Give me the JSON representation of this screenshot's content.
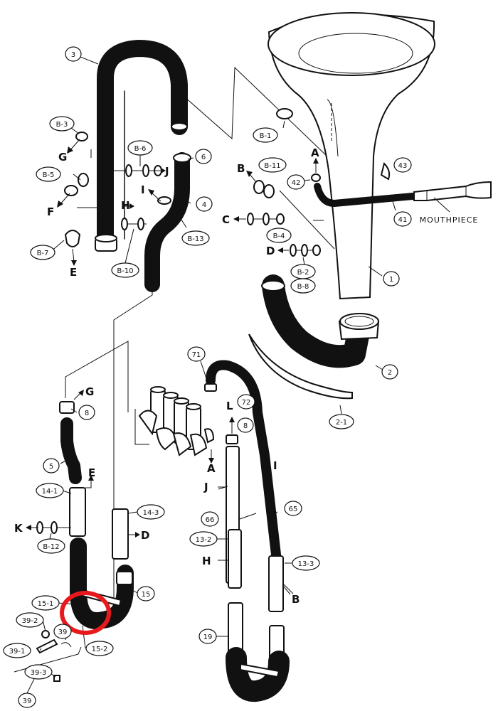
{
  "diagram": {
    "callouts": [
      {
        "id": "c3",
        "text": "3"
      },
      {
        "id": "cB3",
        "text": "B-3"
      },
      {
        "id": "cB6",
        "text": "B-6"
      },
      {
        "id": "c6",
        "text": "6"
      },
      {
        "id": "cB5",
        "text": "B-5"
      },
      {
        "id": "c4",
        "text": "4"
      },
      {
        "id": "cB13",
        "text": "B-13"
      },
      {
        "id": "cB7",
        "text": "B-7"
      },
      {
        "id": "cB10",
        "text": "B-10"
      },
      {
        "id": "cB1",
        "text": "B-1"
      },
      {
        "id": "cB11",
        "text": "B-11"
      },
      {
        "id": "c42",
        "text": "42"
      },
      {
        "id": "c43",
        "text": "43"
      },
      {
        "id": "c41",
        "text": "41"
      },
      {
        "id": "cB4",
        "text": "B-4"
      },
      {
        "id": "cB2",
        "text": "B-2"
      },
      {
        "id": "cB8",
        "text": "B-8"
      },
      {
        "id": "c1",
        "text": "1"
      },
      {
        "id": "c2",
        "text": "2"
      },
      {
        "id": "c21",
        "text": "2-1"
      },
      {
        "id": "c71",
        "text": "71"
      },
      {
        "id": "c72",
        "text": "72"
      },
      {
        "id": "c8a",
        "text": "8"
      },
      {
        "id": "c8b",
        "text": "8"
      },
      {
        "id": "c5",
        "text": "5"
      },
      {
        "id": "c141",
        "text": "14-1"
      },
      {
        "id": "cB12",
        "text": "B-12"
      },
      {
        "id": "c143",
        "text": "14-3"
      },
      {
        "id": "c66",
        "text": "66"
      },
      {
        "id": "c65",
        "text": "65"
      },
      {
        "id": "c132",
        "text": "13-2"
      },
      {
        "id": "c133",
        "text": "13-3"
      },
      {
        "id": "c151",
        "text": "15-1"
      },
      {
        "id": "c15",
        "text": "15"
      },
      {
        "id": "c392",
        "text": "39-2"
      },
      {
        "id": "c39s",
        "text": "39"
      },
      {
        "id": "c152",
        "text": "15-2"
      },
      {
        "id": "c391",
        "text": "39-1"
      },
      {
        "id": "c393",
        "text": "39-3"
      },
      {
        "id": "c39",
        "text": "39"
      },
      {
        "id": "c19",
        "text": "19"
      }
    ],
    "letters": [
      {
        "id": "lG1",
        "text": "G"
      },
      {
        "id": "lJ1",
        "text": "J"
      },
      {
        "id": "lI1",
        "text": "I"
      },
      {
        "id": "lH1",
        "text": "H"
      },
      {
        "id": "lF",
        "text": "F"
      },
      {
        "id": "lE1",
        "text": "E"
      },
      {
        "id": "lA1",
        "text": "A"
      },
      {
        "id": "lB1",
        "text": "B"
      },
      {
        "id": "lC",
        "text": "C"
      },
      {
        "id": "lD1",
        "text": "D"
      },
      {
        "id": "lG2",
        "text": "G"
      },
      {
        "id": "lL",
        "text": "L"
      },
      {
        "id": "lA2",
        "text": "A"
      },
      {
        "id": "lI2",
        "text": "I"
      },
      {
        "id": "lE2",
        "text": "E"
      },
      {
        "id": "lJ2",
        "text": "J"
      },
      {
        "id": "lK",
        "text": "K"
      },
      {
        "id": "lD2",
        "text": "D"
      },
      {
        "id": "lH2",
        "text": "H"
      },
      {
        "id": "lB2",
        "text": "B"
      }
    ],
    "mouthpiece_label": "MOUTHPIECE",
    "highlight_color": "#e8191c",
    "line_color": "#111111"
  }
}
